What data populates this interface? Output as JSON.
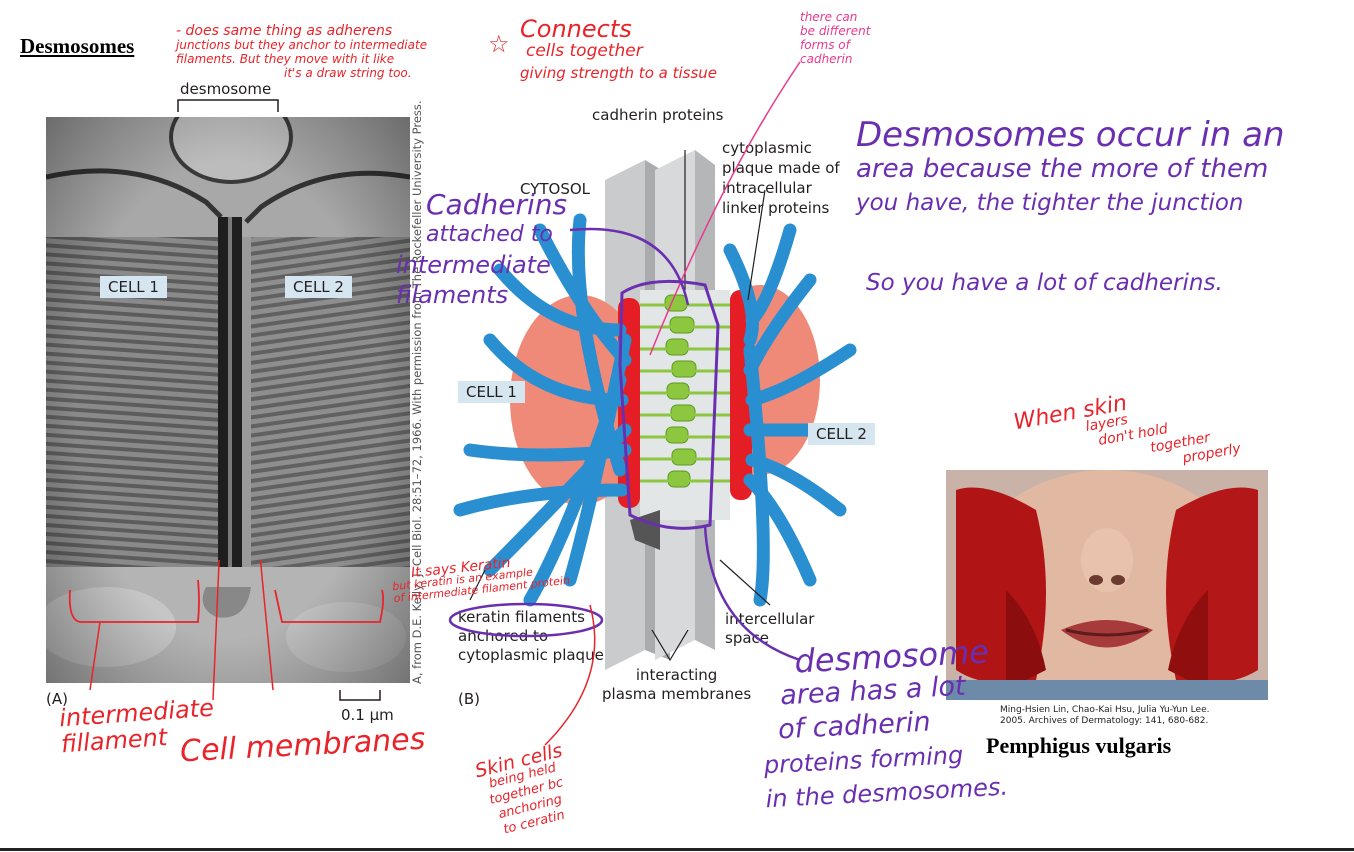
{
  "title": "Desmosomes",
  "micrograph": {
    "panel_label": "(A)",
    "desmosome_label": "desmosome",
    "cell1": "CELL 1",
    "cell2": "CELL 2",
    "scale": "0.1 µm",
    "credit": "A, from D.E. Kelly, J. Cell Biol. 28:51–72, 1966. With permission from The Rockefeller University Press."
  },
  "diagram": {
    "panel_label": "(B)",
    "cadherin_proteins": "cadherin proteins",
    "cytosol": "CYTOSOL",
    "plaque_l1": "cytoplasmic",
    "plaque_l2": "plaque made of",
    "plaque_l3": "intracellular",
    "plaque_l4": "linker proteins",
    "cell1": "CELL 1",
    "cell2": "CELL 2",
    "keratin_l1": "keratin filaments",
    "keratin_l2": "anchored to",
    "keratin_l3": "cytoplasmic plaque",
    "intercellular_l1": "intercellular",
    "intercellular_l2": "space",
    "membranes_l1": "interacting",
    "membranes_l2": "plasma membranes"
  },
  "photo": {
    "credit_l1": "Ming-Hsien Lin, Chao-Kai Hsu, Julia Yu-Yun Lee.",
    "credit_l2": "2005. Archives of Dermatology: 141, 680-682.",
    "caption": "Pemphigus vulgaris"
  },
  "notes": {
    "red_adherens_l1": "- does same thing as adherens",
    "red_adherens_l2": "junctions but they anchor to intermediate",
    "red_adherens_l3": "filaments. But they move with it like",
    "red_adherens_l4": "it's a draw string too.",
    "red_connects_l1": "Connects",
    "red_connects_l2": "cells together",
    "red_connects_l3": "giving strength to a tissue",
    "pink_l1": "there can",
    "pink_l2": "be different",
    "pink_l3": "forms of",
    "pink_l4": "cadherin",
    "purple_desmo_l1": "Desmosomes occur in an",
    "purple_desmo_l2": "area because the more of them",
    "purple_desmo_l3": "you have, the tighter the junction",
    "purple_cadherins": "So you have a lot of cadherins.",
    "purple_attached_l1": "Cadherins",
    "purple_attached_l2": "attached to",
    "purple_attached_l3": "intermediate",
    "purple_attached_l4": "filaments",
    "red_keratin_l1": "It says Keratin",
    "red_keratin_l2": "but keratin is an example",
    "red_keratin_l3": "of intermediate filament protein",
    "red_skin_layers_l1": "When skin",
    "red_skin_layers_l2": "layers",
    "red_skin_layers_l3": "don't hold",
    "red_skin_layers_l4": "together",
    "red_skin_layers_l5": "properly",
    "red_intermediate_l1": "intermediate",
    "red_intermediate_l2": "fillament",
    "red_cell_membranes": "Cell membranes",
    "red_skin_cells_l1": "Skin cells",
    "red_skin_cells_l2": "being held",
    "red_skin_cells_l3": "together bc",
    "red_skin_cells_l4": "anchoring",
    "red_skin_cells_l5": "to ceratin",
    "purple_area_l1": "desmosome",
    "purple_area_l2": "area has a lot",
    "purple_area_l3": "of cadherin",
    "purple_area_l4": "proteins forming",
    "purple_area_l5": "in the desmosomes."
  }
}
